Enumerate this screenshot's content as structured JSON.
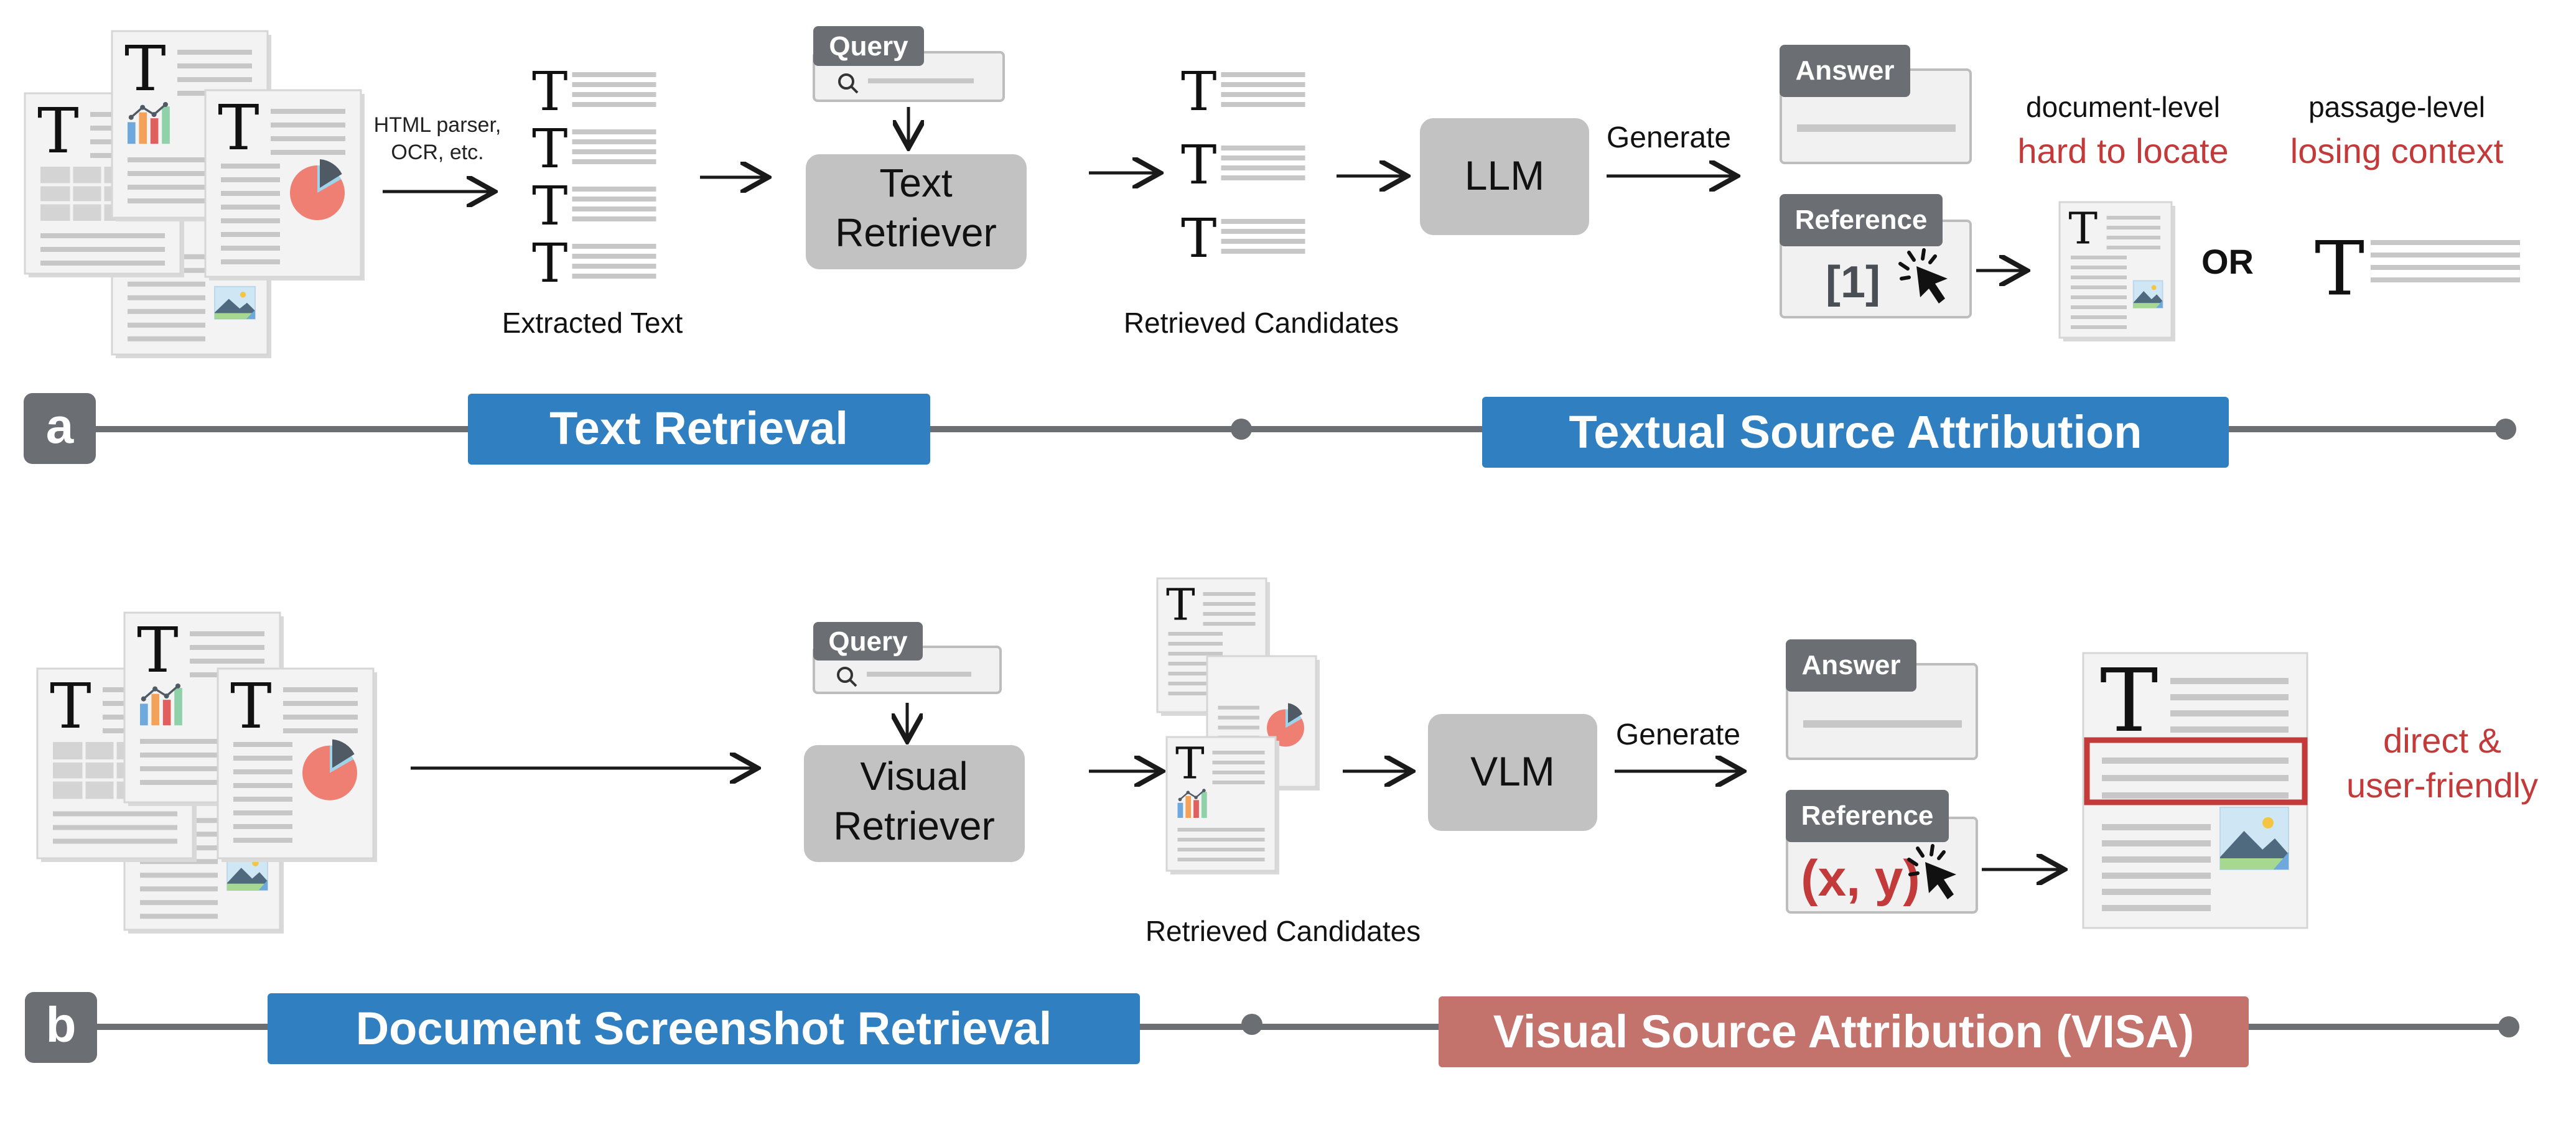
{
  "colors": {
    "gray_line": "#6b6f73",
    "box_gray": "#c2c2c2",
    "label_dark": "#6b6f73",
    "blue": "#2f7fc1",
    "rose": "#c3736b",
    "red_text": "#c33a3a",
    "paper_line": "#c7c7c7",
    "chart_blue": "#6fa8dc",
    "chart_orange": "#f4a259",
    "chart_red": "#e06060",
    "pie": "#ef7f73",
    "pie_dark": "#505a64",
    "pie_light": "#9fd3ea"
  },
  "icons": [
    "document-icon",
    "search-icon",
    "cursor-click-icon",
    "pie-chart-icon",
    "bar-chart-icon",
    "image-icon"
  ],
  "a": {
    "letter": "a",
    "parser_label_1": "HTML parser,",
    "parser_label_2": "OCR, etc.",
    "extracted_text_caption": "Extracted Text",
    "query_label": "Query",
    "retriever_line1": "Text",
    "retriever_line2": "Retriever",
    "retrieved_caption": "Retrieved Candidates",
    "model": "LLM",
    "generate": "Generate",
    "answer_label": "Answer",
    "reference_label": "Reference",
    "reference_value": "[1]",
    "doc_level_title": "document-level",
    "doc_level_issue": "hard to locate",
    "or_label": "OR",
    "passage_level_title": "passage-level",
    "passage_level_issue": "losing context",
    "stage_left": "Text Retrieval",
    "stage_right": "Textual Source Attribution"
  },
  "b": {
    "letter": "b",
    "query_label": "Query",
    "retriever_line1": "Visual",
    "retriever_line2": "Retriever",
    "retrieved_caption": "Retrieved Candidates",
    "model": "VLM",
    "generate": "Generate",
    "answer_label": "Answer",
    "reference_label": "Reference",
    "reference_value": "(x, y)",
    "benefit_line1": "direct &",
    "benefit_line2": "user-friendly",
    "stage_left": "Document Screenshot Retrieval",
    "stage_right": "Visual Source Attribution (VISA)"
  }
}
